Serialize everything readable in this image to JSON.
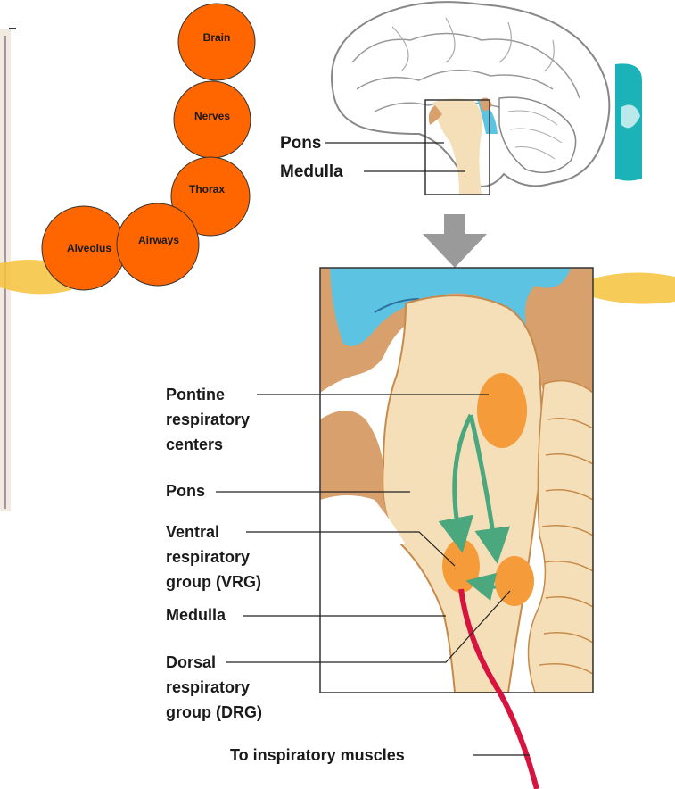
{
  "chain": {
    "items": [
      "Brain",
      "Nerves",
      "Thorax",
      "Airways",
      "Alveolus"
    ],
    "color": "#ff6600"
  },
  "labels": {
    "top_pons": "Pons",
    "top_medulla": "Medulla",
    "pontine_1": "Pontine",
    "pontine_2": "respiratory",
    "pontine_3": "centers",
    "pons": "Pons",
    "ventral_1": "Ventral",
    "ventral_2": "respiratory",
    "ventral_3": "group (VRG)",
    "medulla": "Medulla",
    "dorsal_1": "Dorsal",
    "dorsal_2": "respiratory",
    "dorsal_3": "group (DRG)",
    "muscles": "To inspiratory muscles"
  },
  "colors": {
    "brainstem": "#f5dfb8",
    "brown": "#d7a06c",
    "csf": "#5cc3e3",
    "center": "#f59b3a",
    "arrow": "#4aa77e",
    "nerve": "#d6143f",
    "teal": "#1bb3b8",
    "yellow": "#f4c23a"
  }
}
